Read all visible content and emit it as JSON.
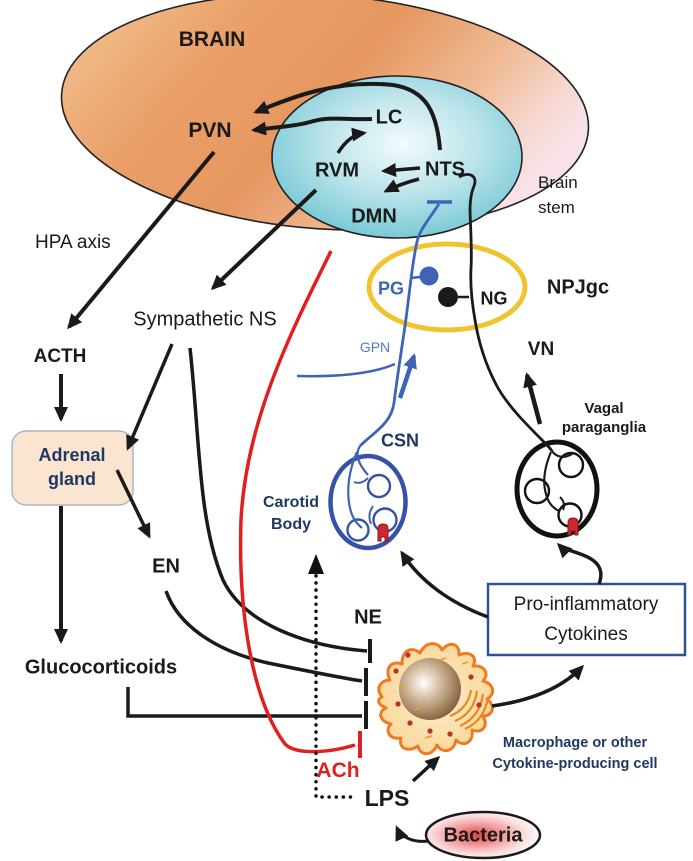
{
  "colors": {
    "line_black": "#1a1a1a",
    "red": "#e02020",
    "blue": "#3f63b5",
    "navy_text": "#1f3864",
    "yellow_ellipse": "#f0c431",
    "box_border": "#2e5395",
    "adrenal_fill": "#fbe5d0"
  },
  "brain": {
    "label": "BRAIN",
    "pvn": "PVN",
    "lc": "LC",
    "rvm": "RVM",
    "nts": "NTS",
    "dmn": "DMN",
    "brainstem_line1": "Brain",
    "brainstem_line2": "stem"
  },
  "hpa": {
    "axis_label": "HPA axis",
    "acth": "ACTH",
    "adrenal_line1": "Adrenal",
    "adrenal_line2": "gland",
    "en": "EN",
    "glucocorticoids": "Glucocorticoids"
  },
  "sympathetic": {
    "label": "Sympathetic NS",
    "ne": "NE"
  },
  "ganglia": {
    "npjgc": "NPJgc",
    "pg": "PG",
    "ng": "NG",
    "gpn": "GPN",
    "vn": "VN",
    "csn": "CSN",
    "carotid_line1": "Carotid",
    "carotid_line2": "Body",
    "vagal_line1": "Vagal",
    "vagal_line2": "paraganglia"
  },
  "immune": {
    "cytokines_line1": "Pro-inflammatory",
    "cytokines_line2": "Cytokines",
    "macrophage_line1": "Macrophage or other",
    "macrophage_line2": "Cytokine-producing cell",
    "ach": "ACh",
    "lps": "LPS",
    "bacteria": "Bacteria"
  }
}
